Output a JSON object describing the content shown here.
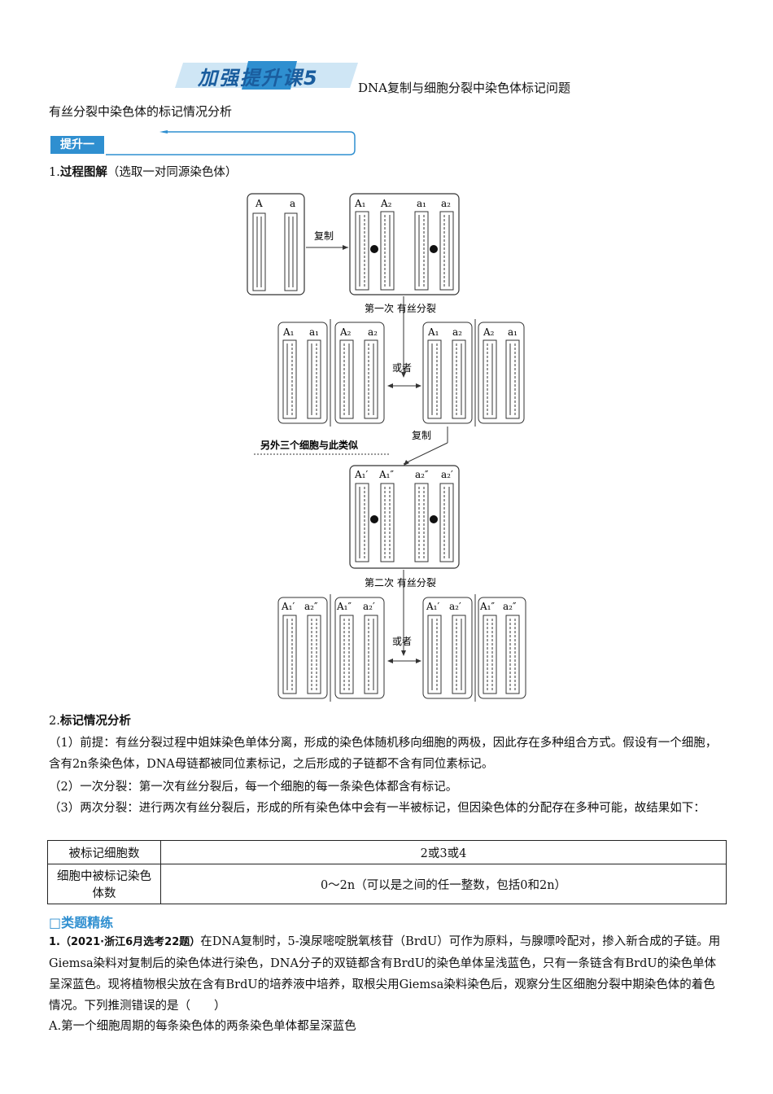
{
  "header": {
    "banner_text": "加强提升课5",
    "subtitle": "DNA复制与细胞分裂中染色体标记问题"
  },
  "section_title": "有丝分裂中染色体的标记情况分析",
  "tishen_label": "提升一",
  "part1": {
    "number": "1.",
    "heading": "过程图解",
    "note": "（选取一对同源染色体）"
  },
  "diagram": {
    "labels": {
      "A": "A",
      "a": "a",
      "A1": "A₁",
      "A2": "A₂",
      "a1": "a₁",
      "a2": "a₂",
      "A1p": "A₁′",
      "A1pp": "A₁″",
      "a2p": "a₂′",
      "a2pp": "a₂″"
    },
    "copy_label": "复制",
    "first_division": "第一次  有丝分裂",
    "second_division": "第二次  有丝分裂",
    "or_label": "或者",
    "others_note": "另外三个细胞与此类似",
    "copy_label_2": "复制"
  },
  "part2": {
    "number": "2.",
    "heading": "标记情况分析",
    "para1": "（1）前提：有丝分裂过程中姐妹染色单体分离，形成的染色体随机移向细胞的两极，因此存在多种组合方式。假设有一个细胞，含有2n条染色体，DNA母链都被同位素标记，之后形成的子链都不含有同位素标记。",
    "para2": "（2）一次分裂：第一次有丝分裂后，每一个细胞的每一条染色体都含有标记。",
    "para3": "（3）两次分裂：进行两次有丝分裂后，形成的所有染色体中会有一半被标记，但因染色体的分配存在多种可能，故结果如下："
  },
  "table": {
    "row1_label": "被标记细胞数",
    "row1_value": "2或3或4",
    "row2_label": "细胞中被标记染色体数",
    "row2_value": "0～2n（可以是之间的任一整数，包括0和2n）"
  },
  "practice": {
    "heading": "□类题精练",
    "q1_source": "1.（2021·浙江6月选考22题）",
    "q1_text": "在DNA复制时，5-溴尿嘧啶脱氧核苷（BrdU）可作为原料，与腺嘌呤配对，掺入新合成的子链。用Giemsa染料对复制后的染色体进行染色，DNA分子的双链都含有BrdU的染色单体呈浅蓝色，只有一条链含有BrdU的染色单体呈深蓝色。现将植物根尖放在含有BrdU的培养液中培养，取根尖用Giemsa染料染色后，观察分生区细胞分裂中期染色体的着色情况。下列推测错误的是（　　）",
    "option_a": "A.第一个细胞周期的每条染色体的两条染色单体都呈深蓝色"
  }
}
